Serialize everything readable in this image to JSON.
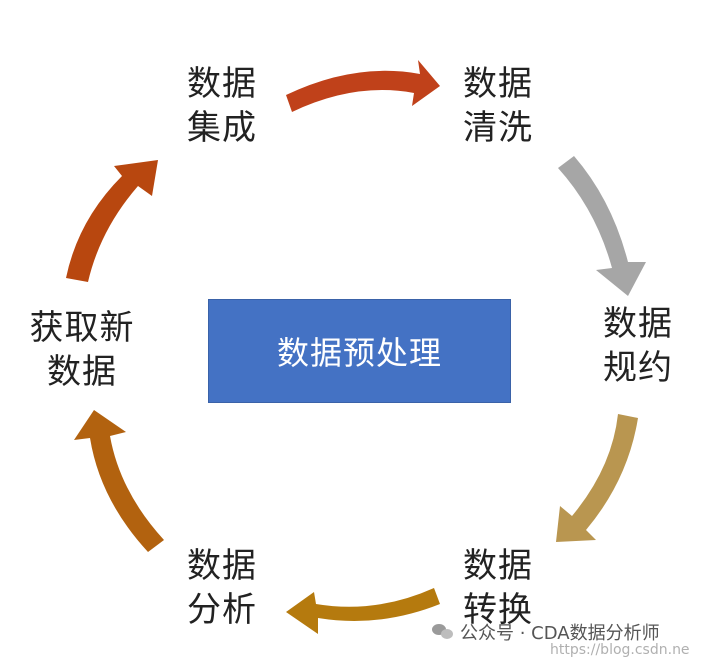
{
  "diagram": {
    "center_label": "数据预处理",
    "nodes": [
      {
        "id": "integration",
        "lines": [
          "数据",
          "集成"
        ]
      },
      {
        "id": "cleaning",
        "lines": [
          "数据",
          "清洗"
        ]
      },
      {
        "id": "reduction",
        "lines": [
          "数据",
          "规约"
        ]
      },
      {
        "id": "transformation",
        "lines": [
          "数据",
          "转换"
        ]
      },
      {
        "id": "analysis",
        "lines": [
          "数据",
          "分析"
        ]
      },
      {
        "id": "acquire",
        "lines": [
          "获取新",
          "数据"
        ]
      }
    ],
    "arrows": [
      {
        "from": "integration",
        "to": "cleaning",
        "color": "#C0411A"
      },
      {
        "from": "cleaning",
        "to": "reduction",
        "color": "#A6A6A6"
      },
      {
        "from": "reduction",
        "to": "transformation",
        "color": "#B99650"
      },
      {
        "from": "transformation",
        "to": "analysis",
        "color": "#B57A0E"
      },
      {
        "from": "analysis",
        "to": "acquire",
        "color": "#B2620F"
      },
      {
        "from": "acquire",
        "to": "integration",
        "color": "#B8470F"
      }
    ]
  },
  "watermark": {
    "text": "公众号 · CDA数据分析师",
    "url": "https://blog.csdn.ne"
  }
}
